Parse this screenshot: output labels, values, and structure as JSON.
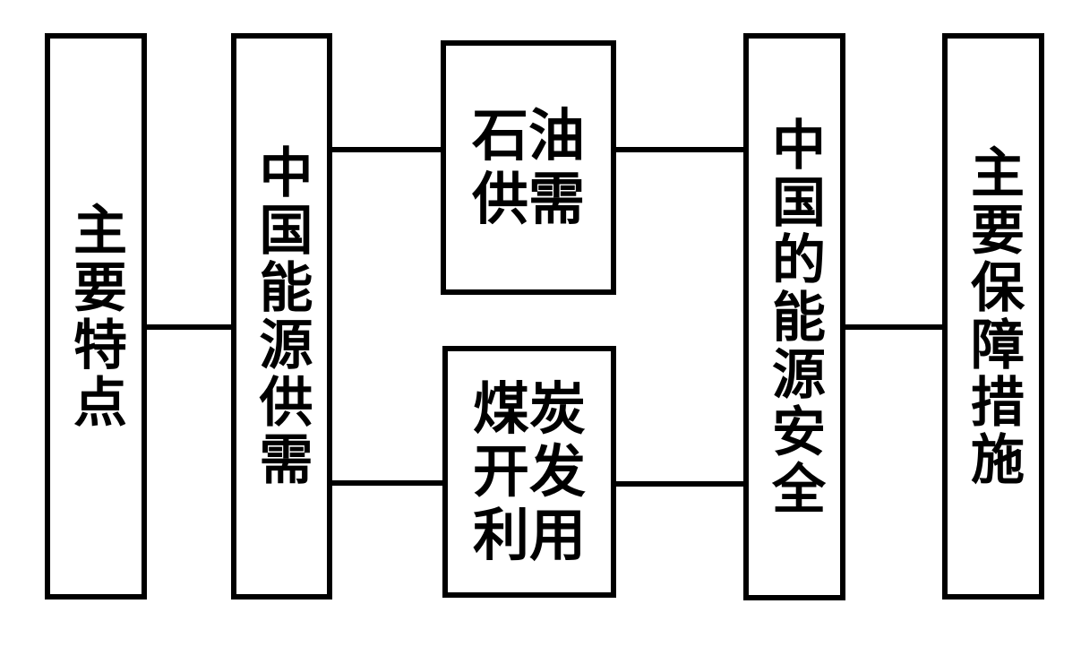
{
  "canvas": {
    "background_color": "#ffffff",
    "line_color": "#000000"
  },
  "diagram": {
    "boxes": {
      "main_features": {
        "label": "主要特点",
        "orientation": "vertical"
      },
      "energy_supply_demand": {
        "label": "中国能源供需",
        "orientation": "vertical"
      },
      "oil": {
        "label": "石油供需",
        "lines": [
          "石油",
          "供需"
        ],
        "orientation": "horizontal"
      },
      "coal": {
        "label": "煤炭开发利用",
        "lines": [
          "煤炭",
          "开发",
          "利用"
        ],
        "orientation": "horizontal"
      },
      "energy_security": {
        "label": "中国的能源安全",
        "orientation": "vertical"
      },
      "safeguards": {
        "label": "主要保障措施",
        "orientation": "vertical"
      }
    },
    "connections": [
      {
        "from": "main_features",
        "to": "energy_supply_demand"
      },
      {
        "from": "energy_supply_demand",
        "to": "oil"
      },
      {
        "from": "oil",
        "to": "energy_security"
      },
      {
        "from": "energy_supply_demand",
        "to": "coal"
      },
      {
        "from": "coal",
        "to": "energy_security"
      },
      {
        "from": "energy_security",
        "to": "safeguards"
      }
    ]
  }
}
